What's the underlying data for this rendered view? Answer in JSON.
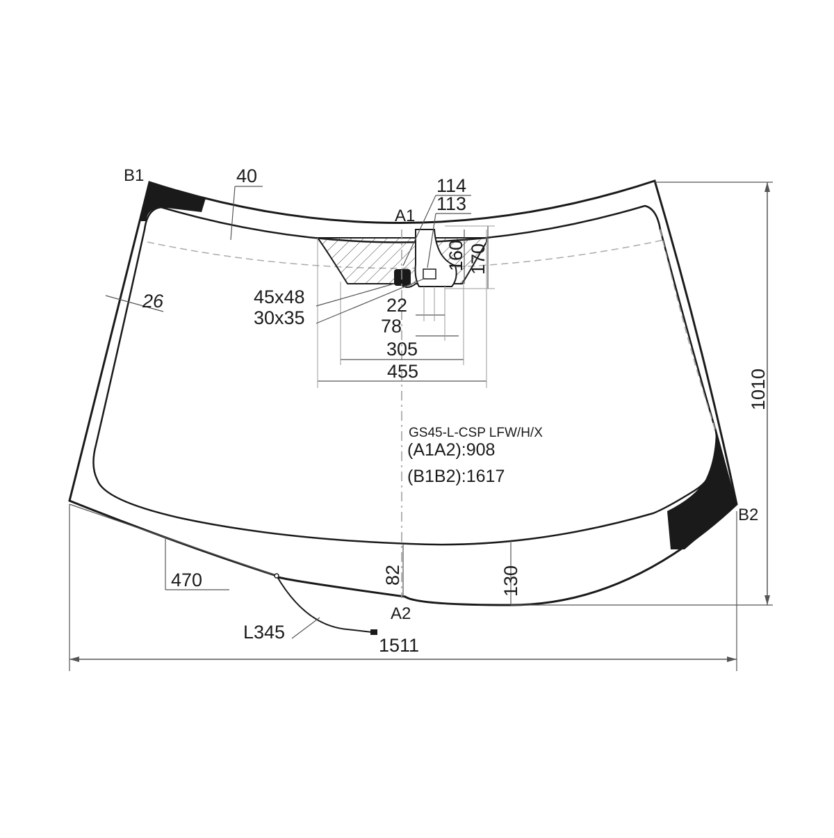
{
  "part": {
    "code": "GS45-L-CSP LFW/H/X",
    "a1a2": "(A1A2):908",
    "b1b2": "(B1B2):1617"
  },
  "points": {
    "b1": "B1",
    "b2": "B2",
    "a1": "A1",
    "a2": "A2"
  },
  "dimensions": {
    "band_top": "40",
    "band_side": "26",
    "d114": "114",
    "d113": "113",
    "d160": "160",
    "d170": "170",
    "sensor_large": "45x48",
    "sensor_small": "30x35",
    "d22": "22",
    "d78": "78",
    "d305": "305",
    "d455": "455",
    "d470": "470",
    "d82": "82",
    "d130": "130",
    "wire": "L345",
    "width": "1511",
    "height": "1010"
  },
  "colors": {
    "outline": "#1a1a1a",
    "dim_line": "#555555",
    "centerline": "#9a9a9a",
    "black_print": "#1a1a1a"
  }
}
